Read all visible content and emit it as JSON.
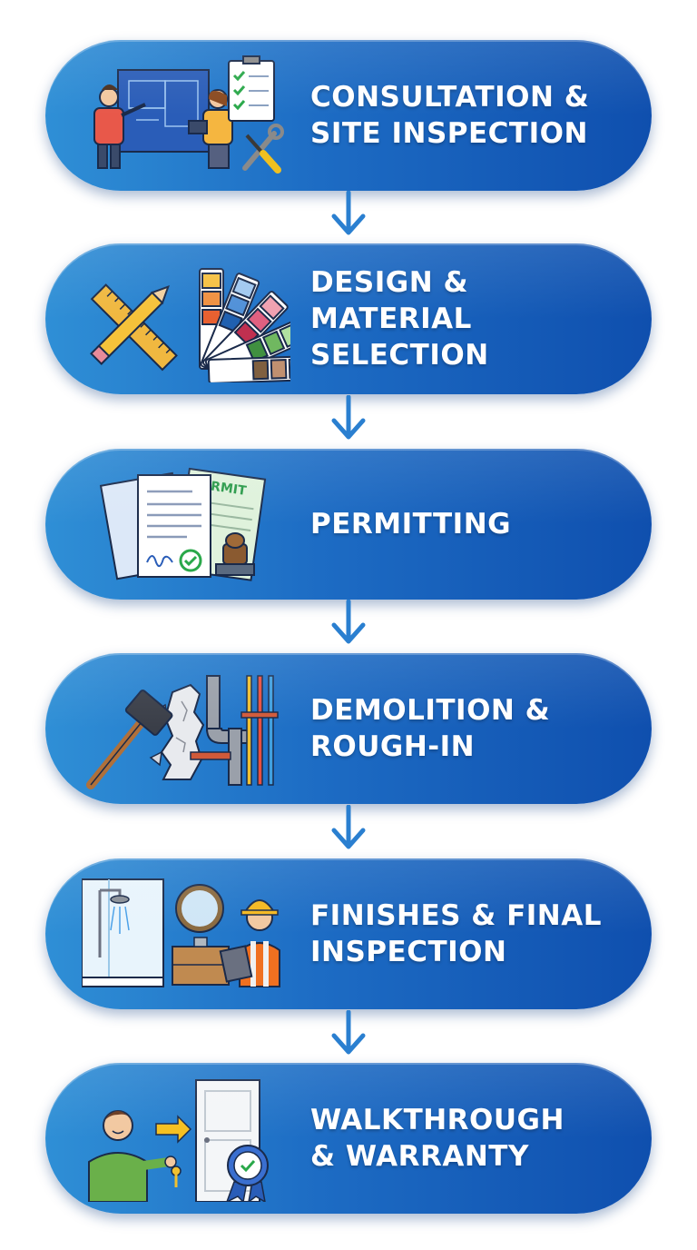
{
  "colors": {
    "pill_start": "#2f8fd6",
    "pill_end": "#0f4fae",
    "arrow": "#2a7fd0",
    "text": "#ffffff"
  },
  "steps": [
    {
      "lines": [
        "CONSULTATION &",
        "SITE INSPECTION"
      ],
      "icon": "consultation-inspection-icon"
    },
    {
      "lines": [
        "DESIGN &",
        "MATERIAL",
        "SELECTION"
      ],
      "icon": "design-material-icon"
    },
    {
      "lines": [
        "PERMITTING"
      ],
      "icon": "permit-documents-icon"
    },
    {
      "lines": [
        "DEMOLITION &",
        "ROUGH-IN"
      ],
      "icon": "demolition-plumbing-icon"
    },
    {
      "lines": [
        "FINISHES & FINAL",
        "INSPECTION"
      ],
      "icon": "finishes-inspector-icon"
    },
    {
      "lines": [
        "WALKTHROUGH",
        "& WARRANTY"
      ],
      "icon": "walkthrough-warranty-icon"
    }
  ],
  "permit_stamp_text": "PERMIT"
}
